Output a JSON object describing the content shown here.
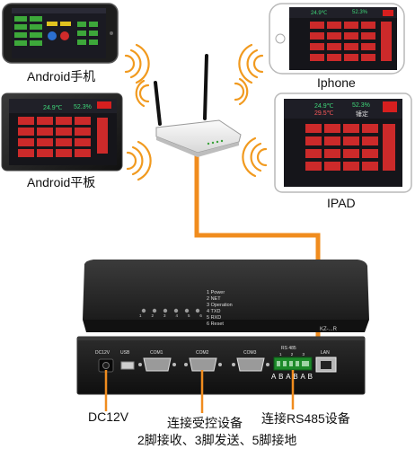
{
  "devices": {
    "android_phone": "Android手机",
    "android_tablet": "Android平板",
    "iphone": "Iphone",
    "ipad": "IPAD"
  },
  "screen_readouts": {
    "temp_a": "24.9℃",
    "humidity": "52.3%",
    "temp_b": "29.5℃",
    "mode": "锤定"
  },
  "controller": {
    "model": "KZ-...R",
    "indicators": [
      "1 Power",
      "2 NET",
      "3 Operation",
      "4 TXD",
      "5 RXD",
      "6 Reset"
    ],
    "led_numbers": [
      "1",
      "2",
      "3",
      "4",
      "5",
      "6"
    ],
    "ports": {
      "dc": "DC12V",
      "usb": "USB",
      "com1": "COM1",
      "com2": "COM2",
      "com3": "COM3",
      "rs485": "RS 485",
      "lan": "LAN"
    },
    "rs485_pins": [
      "A",
      "B",
      "A",
      "B",
      "A",
      "B"
    ],
    "rs485_groups": [
      "1",
      "2",
      "3"
    ]
  },
  "callouts": {
    "dc12v": "DC12V",
    "com_line1": "连接受控设备",
    "com_line2": "2脚接收、3脚发送、5脚接地",
    "rs485": "连接RS485设备"
  },
  "colors": {
    "cable": "#f08c1e",
    "device_body": "#262626",
    "panel_red": "#cc2a2a",
    "panel_bg": "#15151a",
    "wifi": "#f19a1f"
  }
}
